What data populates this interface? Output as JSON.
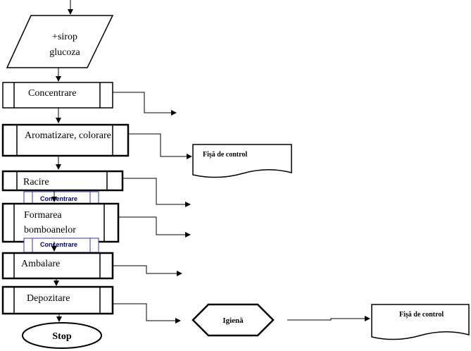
{
  "input": {
    "line1": "+sirop",
    "line2": "glucoza"
  },
  "steps": {
    "concentrare": "Concentrare",
    "aromatizare": "Aromatizare, colorare",
    "racire": "Racire",
    "formarea_line1": "Formarea",
    "formarea_line2": "bomboanelor",
    "ambalare": "Ambalare",
    "depozitare": "Depozitare"
  },
  "terminal": {
    "stop": "Stop"
  },
  "documents": {
    "doc1": "Fişă de control",
    "doc2": "Fişă de control"
  },
  "hexagon": {
    "label": "Igienă"
  },
  "overlay_labels": {
    "first": "Concentrare",
    "second": "Concentrare"
  },
  "colors": {
    "stroke": "#000000",
    "overlay": "#3333cc",
    "overlay_text": "#000080"
  }
}
